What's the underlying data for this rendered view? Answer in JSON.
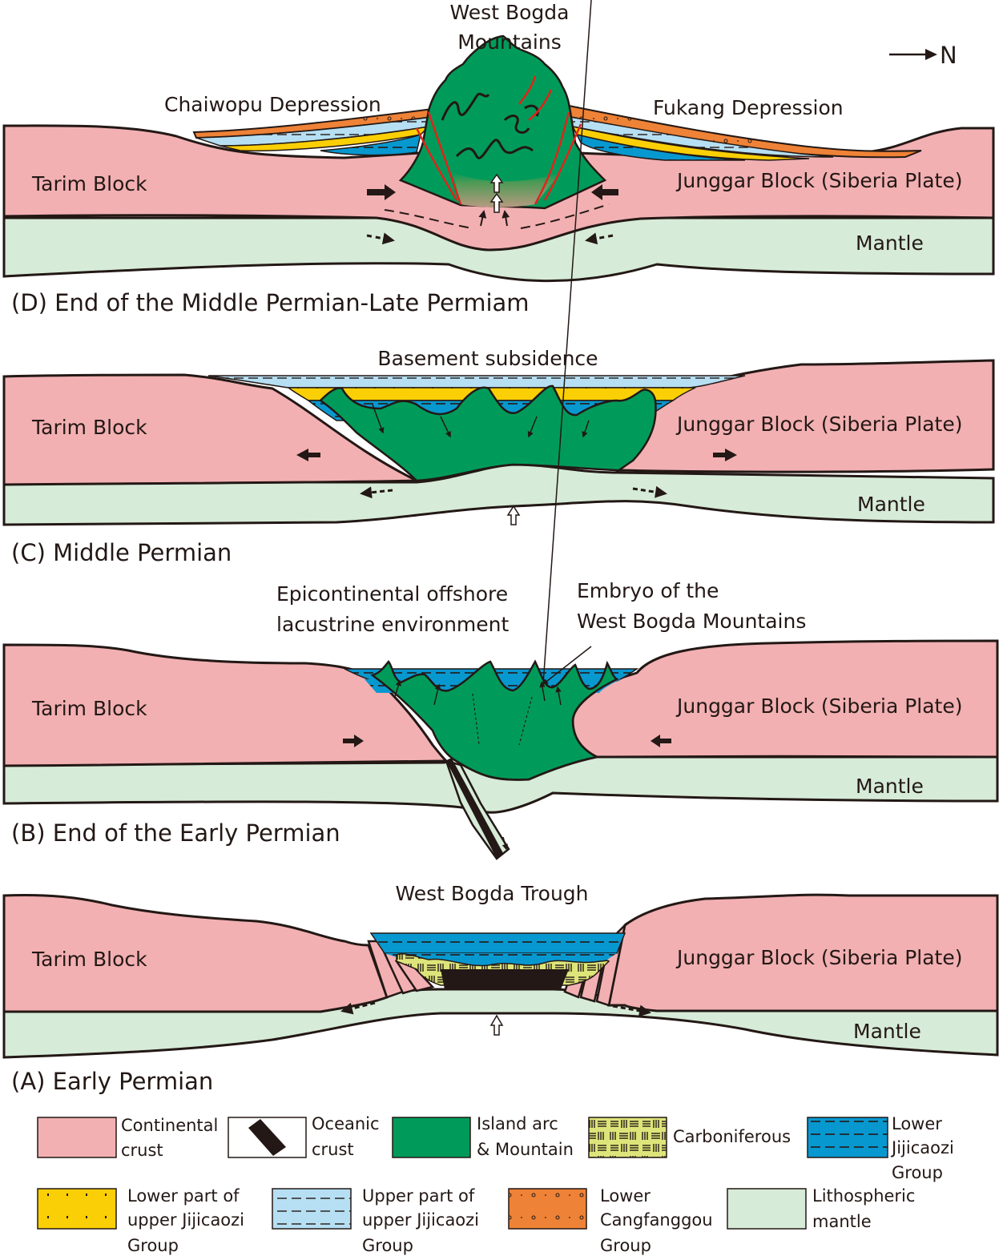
{
  "figure": {
    "north_label": "N",
    "colors": {
      "continental_crust": "#f2b0b2",
      "lithospheric_mantle": "#d6ebd8",
      "island_arc": "#009b5a",
      "carboniferous": "#dde57a",
      "lower_jijicaozi": "#0898d0",
      "lower_upper_jijicaozi": "#fbcf05",
      "upper_upper_jijicaozi": "#b6dff3",
      "lower_cangfanggou": "#ee8236",
      "oceanic_crust": "#231815",
      "fault": "#e2231a",
      "outline": "#231815"
    },
    "panels": [
      {
        "id": "D",
        "caption": "(D) End of the Middle Permian-Late Permiam",
        "labels": {
          "left_block": "Tarim Block",
          "right_block": "Junggar Block (Siberia Plate)",
          "mantle": "Mantle",
          "top_center_1": "West Bogda",
          "top_center_2": "Mountains",
          "left_depression": "Chaiwopu Depression",
          "right_depression": "Fukang Depression"
        }
      },
      {
        "id": "C",
        "caption": "(C) Middle Permian",
        "labels": {
          "left_block": "Tarim Block",
          "right_block": "Junggar Block (Siberia Plate)",
          "mantle": "Mantle",
          "top_center": "Basement subsidence"
        }
      },
      {
        "id": "B",
        "caption": "(B) End of the Early Permian",
        "labels": {
          "left_block": "Tarim Block",
          "right_block": "Junggar Block (Siberia Plate)",
          "mantle": "Mantle",
          "annotation_left_1": "Epicontinental offshore",
          "annotation_left_2": "lacustrine environment",
          "annotation_right_1": "Embryo of the",
          "annotation_right_2": "West Bogda Mountains"
        }
      },
      {
        "id": "A",
        "caption": "(A) Early Permian",
        "labels": {
          "left_block": "Tarim Block",
          "right_block": "Junggar Block (Siberia Plate)",
          "mantle": "Mantle",
          "top_center": "West Bogda Trough"
        }
      }
    ],
    "legend": [
      {
        "key": "continental_crust",
        "lines": [
          "Continental",
          "crust"
        ]
      },
      {
        "key": "oceanic_crust",
        "lines": [
          "Oceanic",
          "crust"
        ]
      },
      {
        "key": "island_arc",
        "lines": [
          "Island arc",
          "& Mountain"
        ]
      },
      {
        "key": "carboniferous",
        "lines": [
          "Carboniferous"
        ]
      },
      {
        "key": "lower_jijicaozi",
        "lines": [
          "Lower",
          "Jijicaozi",
          "Group"
        ]
      },
      {
        "key": "lower_upper_jijicaozi",
        "lines": [
          "Lower part of",
          "upper Jijicaozi",
          "Group"
        ]
      },
      {
        "key": "upper_upper_jijicaozi",
        "lines": [
          "Upper part of",
          "upper Jijicaozi",
          "Group"
        ]
      },
      {
        "key": "lower_cangfanggou",
        "lines": [
          "Lower",
          "Cangfanggou",
          "Group"
        ]
      },
      {
        "key": "lithospheric_mantle",
        "lines": [
          "Lithospheric",
          "mantle"
        ]
      }
    ]
  }
}
